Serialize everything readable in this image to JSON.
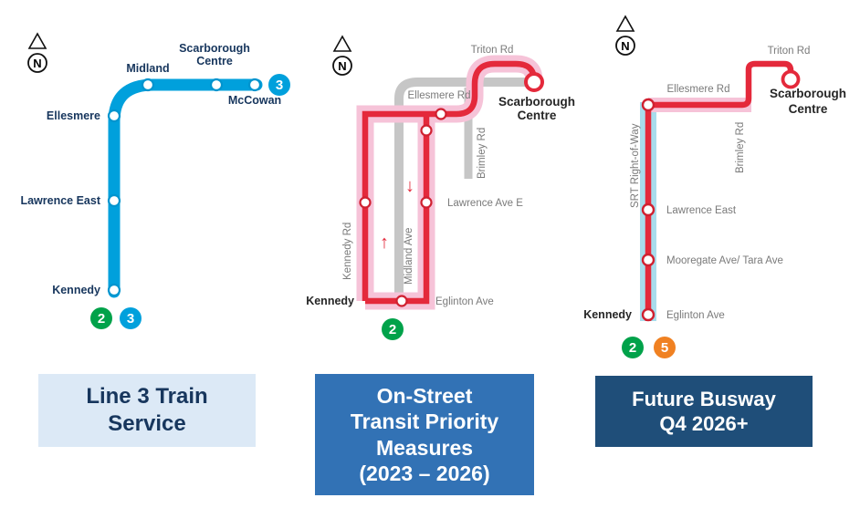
{
  "panel_line3": {
    "compass": "N",
    "stations": {
      "midland": "Midland",
      "scarborough_line1": "Scarborough",
      "scarborough_line2": "Centre",
      "mccowan": "McCowan",
      "ellesmere": "Ellesmere",
      "lawrence_east": "Lawrence East",
      "kennedy": "Kennedy"
    },
    "line_badge": "3",
    "transfer_badges": {
      "line2": "2",
      "line3": "3"
    },
    "caption": {
      "line1": "Line 3 Train",
      "line2": "Service"
    }
  },
  "panel_priority": {
    "compass": "N",
    "streets": {
      "triton": "Triton Rd",
      "ellesmere": "Ellesmere Rd",
      "brimley": "Brimley Rd",
      "lawrence": "Lawrence Ave E",
      "kennedy_rd": "Kennedy Rd",
      "midland_ave": "Midland Ave",
      "eglinton": "Eglinton Ave"
    },
    "stations": {
      "scarborough_line1": "Scarborough",
      "scarborough_line2": "Centre",
      "kennedy": "Kennedy"
    },
    "arrows": {
      "up": "↑",
      "down": "↓"
    },
    "transfer_badges": {
      "line2": "2"
    },
    "caption": {
      "line1": "On-Street",
      "line2": "Transit Priority",
      "line3": "Measures",
      "line4": "(2023 – 2026)"
    }
  },
  "panel_busway": {
    "compass": "N",
    "streets": {
      "triton": "Triton Rd",
      "ellesmere": "Ellesmere Rd",
      "brimley": "Brimley Rd",
      "srt": "SRT Right-of-Way",
      "lawrence_east": "Lawrence East",
      "mooregate": "Mooregate Ave/ Tara Ave",
      "eglinton": "Eglinton Ave"
    },
    "stations": {
      "scarborough_line1": "Scarborough",
      "scarborough_line2": "Centre",
      "kennedy": "Kennedy"
    },
    "transfer_badges": {
      "line2": "2",
      "line5": "5"
    },
    "caption": {
      "line1": "Future Busway",
      "line2": "Q4 2026+"
    }
  },
  "colors": {
    "line3_blue": "#00a0dc",
    "route_red": "#e4293b",
    "priority_pink": "#f6c3d8",
    "busway_cyan": "#a8dcec",
    "road_gray": "#c6c6c6",
    "line2_green": "#00a24a",
    "line5_orange": "#f08122",
    "caption_line3_bg": "#dce9f6",
    "caption_priority_bg": "#3272b5",
    "caption_busway_bg": "#1f4e79",
    "navy_text": "#17365d"
  }
}
